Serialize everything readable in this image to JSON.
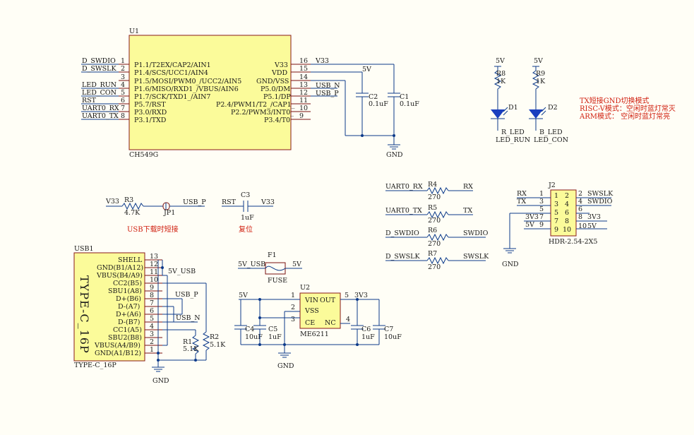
{
  "u1": {
    "ref": "U1",
    "part": "CH549G",
    "left_pins": [
      {
        "net": "D_SWDIO",
        "num": "1",
        "name": "P1.1/T2EX/CAP2/AIN1"
      },
      {
        "net": "D_SWSLK",
        "num": "2",
        "name": "P1.4/SCS/UCC1/AIN4"
      },
      {
        "net": "",
        "num": "3",
        "name": "P1.5/MOSI/PWM0_/UCC2/AIN5"
      },
      {
        "net": "LED_RUN",
        "num": "4",
        "name": "P1.6/MISO/RXD1_/VBUS/AIN6"
      },
      {
        "net": "LED_CON",
        "num": "5",
        "name": "P1.7/SCK/TXD1_/AIN7"
      },
      {
        "net": "RST",
        "num": "6",
        "name": "P5.7/RST"
      },
      {
        "net": "UART0_RX",
        "num": "7",
        "name": "P3.0/RXD"
      },
      {
        "net": "UART0_TX",
        "num": "8",
        "name": "P3.1/TXD"
      }
    ],
    "right_pins": [
      {
        "num": "16",
        "name": "V33",
        "net": "V33"
      },
      {
        "num": "15",
        "name": "VDD",
        "net": "5V"
      },
      {
        "num": "14",
        "name": "GND/VSS",
        "net": ""
      },
      {
        "num": "13",
        "name": "P5.0/DM",
        "net": "USB_N"
      },
      {
        "num": "12",
        "name": "P5.1/DP",
        "net": "USB_P"
      },
      {
        "num": "11",
        "name": "P2.4/PWM1/T2_/CAP1_",
        "net": ""
      },
      {
        "num": "10",
        "name": "P2.2/PWM3/INT0_",
        "net": ""
      },
      {
        "num": "9",
        "name": "P3.4/T0",
        "net": ""
      }
    ]
  },
  "caps_top": {
    "c2": {
      "ref": "C2",
      "value": "0.1uF"
    },
    "c1": {
      "ref": "C1",
      "value": "0.1uF"
    },
    "gnd": "GND"
  },
  "leds": {
    "d1": {
      "supply": "5V",
      "res_ref": "R8",
      "res_value": "1K",
      "ref": "D1",
      "net": "R_LED",
      "sig": "LED_RUN"
    },
    "d2": {
      "supply": "5V",
      "res_ref": "R9",
      "res_value": "1K",
      "ref": "D2",
      "net": "B_LED",
      "sig": "LED_CON"
    }
  },
  "notes": [
    "TX短接GND切换模式",
    "RISC-V模式：空闲时蓝灯常灭",
    "ARM模式：  空闲时蓝灯常亮"
  ],
  "usb_boot": {
    "net_left": "V33",
    "res_ref": "R3",
    "res_value": "4.7K",
    "jumper": "JP1",
    "net_right": "USB_P",
    "caption": "USB下载时短接"
  },
  "reset": {
    "net_left": "RST",
    "cap_ref": "C3",
    "cap_value": "1uF",
    "net_right": "V33",
    "caption": "复位"
  },
  "series_res": [
    {
      "net_left": "UART0_RX",
      "ref": "R4",
      "value": "270",
      "net_right": "RX"
    },
    {
      "net_left": "UART0_TX",
      "ref": "R5",
      "value": "270",
      "net_right": "TX"
    },
    {
      "net_left": "D_SWDIO",
      "ref": "R6",
      "value": "270",
      "net_right": "SWDIO"
    },
    {
      "net_left": "D_SWSLK",
      "ref": "R7",
      "value": "270",
      "net_right": "SWSLK"
    }
  ],
  "j2": {
    "ref": "J2",
    "part": "HDR-2.54-2X5",
    "gnd": "GND",
    "left_nets": [
      "RX",
      "TX",
      "",
      "3V3",
      "5V"
    ],
    "left_nums": [
      "1",
      "3",
      "5",
      "7",
      "9"
    ],
    "right_nums": [
      "2",
      "4",
      "6",
      "8",
      "10"
    ],
    "inner_left": [
      "1",
      "3",
      "5",
      "7",
      "9"
    ],
    "inner_right": [
      "2",
      "4",
      "6",
      "8",
      "10"
    ],
    "right_nets": [
      "SWSLK",
      "SWDIO",
      "",
      "3V3",
      "5V"
    ]
  },
  "usb1": {
    "ref": "USB1",
    "part": "TYPE-C_16P",
    "body_label": "TYPE-C_16P",
    "pins": [
      {
        "name": "SHELL",
        "num": "13"
      },
      {
        "name": "GND(B1/A12)",
        "num": "12"
      },
      {
        "name": "VBUS(B4/A9)",
        "num": "11"
      },
      {
        "name": "CC2(B5)",
        "num": "10"
      },
      {
        "name": "SBU1(A8)",
        "num": "9"
      },
      {
        "name": "D+(B6)",
        "num": "8"
      },
      {
        "name": "D-(A7)",
        "num": "7"
      },
      {
        "name": "D+(A6)",
        "num": "6"
      },
      {
        "name": "D-(B7)",
        "num": "5"
      },
      {
        "name": "CC1(A5)",
        "num": "4"
      },
      {
        "name": "SBU2(B8)",
        "num": "3"
      },
      {
        "name": "VBUS(A4/B9)",
        "num": "2"
      },
      {
        "name": "GND(A1/B12)",
        "num": "1"
      }
    ],
    "net_5v": "5V_USB",
    "net_p": "USB_P",
    "net_n": "USB_N",
    "r1": {
      "ref": "R1",
      "value": "5.1K"
    },
    "r2": {
      "ref": "R2",
      "value": "5.1K"
    },
    "gnd": "GND"
  },
  "fuse": {
    "ref": "F1",
    "part": "FUSE",
    "net_left": "5V_USB",
    "net_right": "5V"
  },
  "ldo": {
    "ref": "U2",
    "part": "ME6211",
    "pins": {
      "vin": "VIN",
      "out": "OUT",
      "vss": "VSS",
      "ce": "CE",
      "nc": "NC"
    },
    "nums": {
      "vin": "1",
      "vss": "2",
      "ce": "3",
      "nc": "4",
      "out": "5"
    },
    "net_in": "5V",
    "net_out": "3V3",
    "c4": {
      "ref": "C4",
      "value": "10uF"
    },
    "c5": {
      "ref": "C5",
      "value": "1uF"
    },
    "c6": {
      "ref": "C6",
      "value": "1uF"
    },
    "c7": {
      "ref": "C7",
      "value": "10uF"
    },
    "gnd": "GND"
  }
}
